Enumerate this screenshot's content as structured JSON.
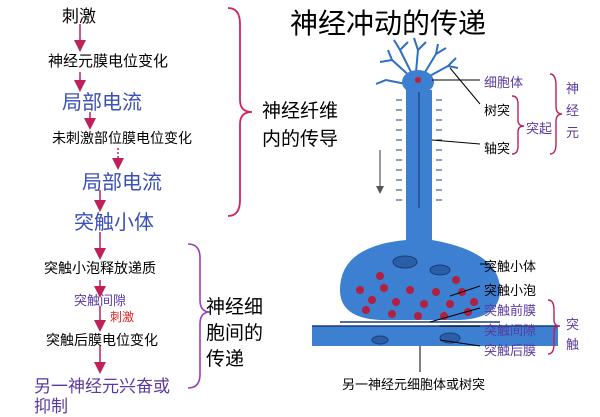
{
  "title": "神经冲动的传递",
  "flow": {
    "step1": "刺激",
    "step2": "神经元膜电位变化",
    "step3": "局部电流",
    "step4": "未刺激部位膜电位变化",
    "step5": "局部电流",
    "step6": "突触小体",
    "step7": "突触小泡释放递质",
    "step8": "突触间隙",
    "step8b": "刺激",
    "step9": "突触后膜电位变化",
    "step10_line1": "另一神经元兴奋或",
    "step10_line2": "抑制"
  },
  "brackets": {
    "fiber_line1": "神经纤维",
    "fiber_line2": "内的传导",
    "cell_line1": "神经细",
    "cell_line2": "胞间的",
    "cell_line3": "传递"
  },
  "labels": {
    "cell_body": "细胞体",
    "dendrite": "树突",
    "axon": "轴突",
    "protrusion": "突起",
    "neuron_1": "神",
    "neuron_2": "经",
    "neuron_3": "元",
    "synaptic_knob": "突触小体",
    "vesicle": "突触小泡",
    "pre_membrane": "突触前膜",
    "cleft": "突触间隙",
    "post_membrane": "突触后膜",
    "synapse_1": "突",
    "synapse_2": "触",
    "bottom_caption": "另一神经元细胞体或树突"
  },
  "colors": {
    "neuron_blue": "#3d7fd0",
    "bracket_red": "#d4245a",
    "bracket_purple": "#9a3fc0",
    "vesicle_red": "#b02040"
  }
}
